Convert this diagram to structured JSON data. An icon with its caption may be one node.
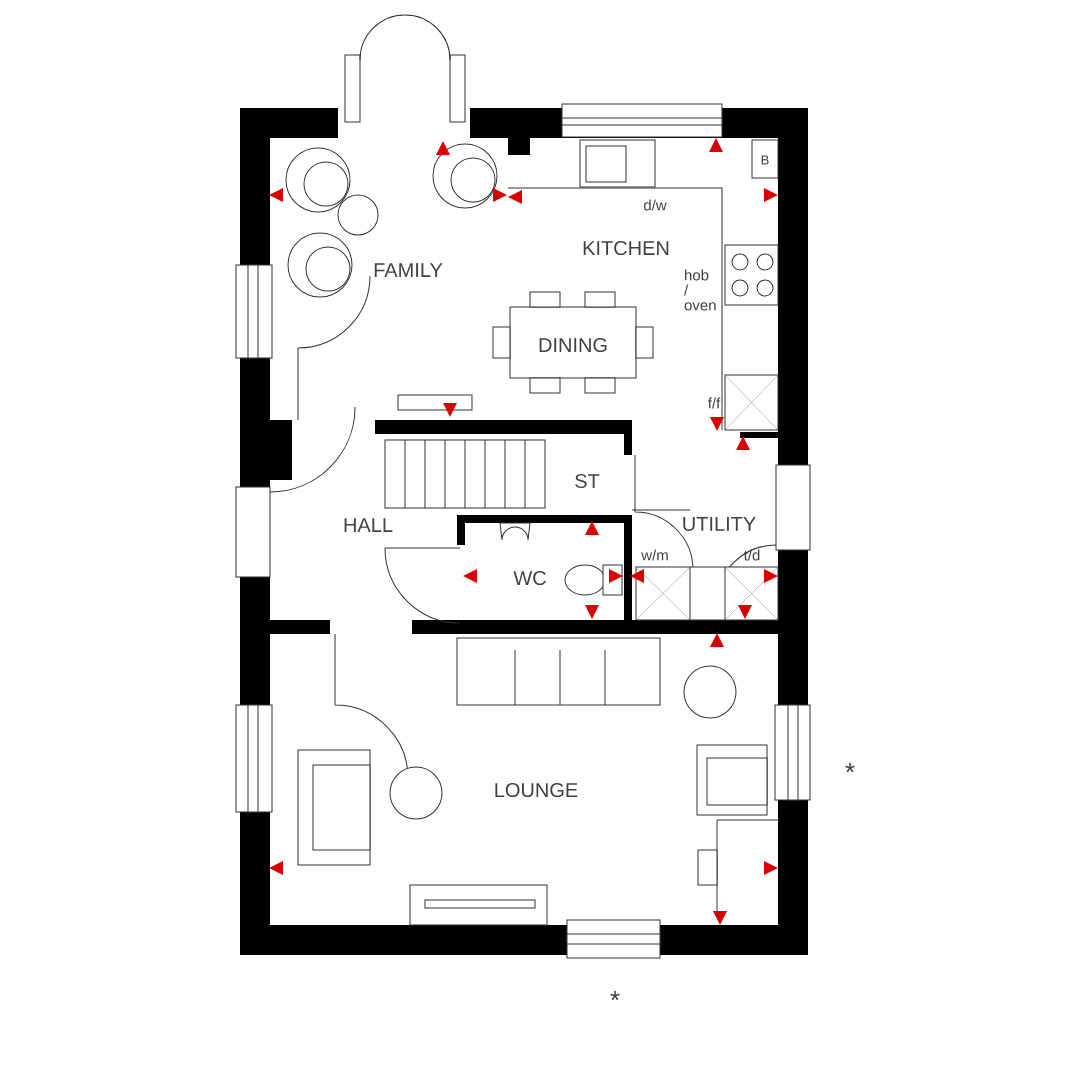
{
  "diagram": {
    "labels": [
      "B",
      "d/w",
      "KITCHEN",
      "FAMILY",
      "hob / oven",
      "DINING",
      "f/f",
      "ST",
      "HALL",
      "UTILITY",
      "w/m",
      "t/d",
      "WC",
      "LOUNGE",
      "*",
      "*"
    ]
  }
}
